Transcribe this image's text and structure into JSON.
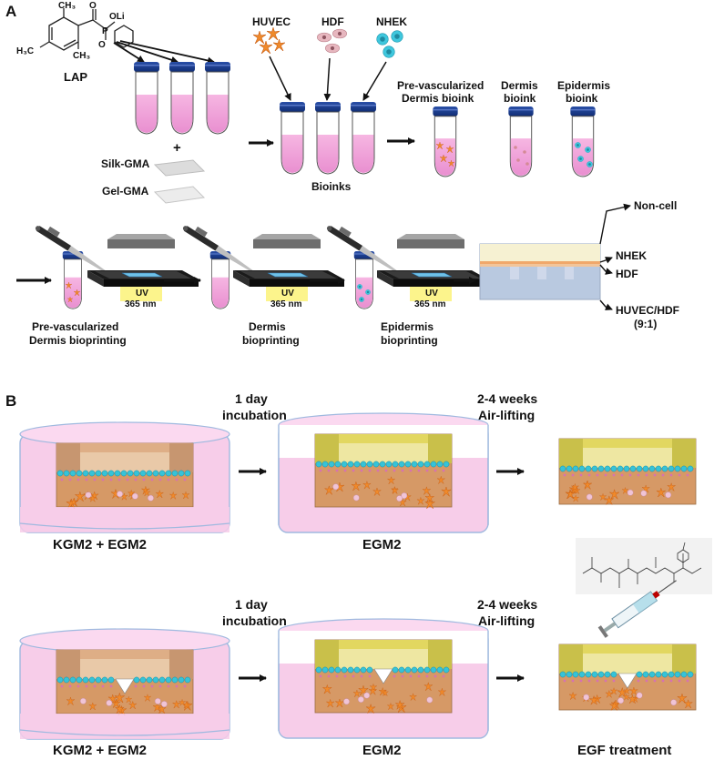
{
  "panel_a": {
    "letter": "A",
    "lap": {
      "label": "LAP",
      "olabel_top": "O",
      "oli": "OLi",
      "p": "P",
      "olabel_bot": "O",
      "ch3_a": "CH₃",
      "ch3_b": "H₃C",
      "ch3_c": "CH₃"
    },
    "plus": "+",
    "silk": "Silk-GMA",
    "gel": "Gel-GMA",
    "cells": {
      "huvec": "HUVEC",
      "hdf": "HDF",
      "nhek": "NHEK"
    },
    "bioinks": "Bioinks",
    "bioink_types": [
      {
        "line1": "Pre-vascularized",
        "line2": "Dermis bioink"
      },
      {
        "line1": "Dermis",
        "line2": "bioink"
      },
      {
        "line1": "Epidermis",
        "line2": "bioink"
      }
    ],
    "uv": "UV",
    "uv_wavelength": "365 nm",
    "steps": [
      {
        "line1": "Pre-vascularized",
        "line2": "Dermis bioprinting"
      },
      {
        "line1": "Dermis",
        "line2": "bioprinting"
      },
      {
        "line1": "Epidermis",
        "line2": "bioprinting"
      }
    ],
    "layers": {
      "noncell": "Non-cell",
      "nhek": "NHEK",
      "hdf": "HDF",
      "huvec_hdf": "HUVEC/HDF",
      "ratio": "(9:1)"
    }
  },
  "panel_b": {
    "letter": "B",
    "incubation": {
      "line1": "1 day",
      "line2": "incubation"
    },
    "airlift": {
      "line1": "2-4 weeks",
      "line2": "Air-lifting"
    },
    "media": {
      "kgm_egm": "KGM2 + EGM2",
      "egm": "EGM2",
      "egf": "EGF treatment"
    }
  }
}
